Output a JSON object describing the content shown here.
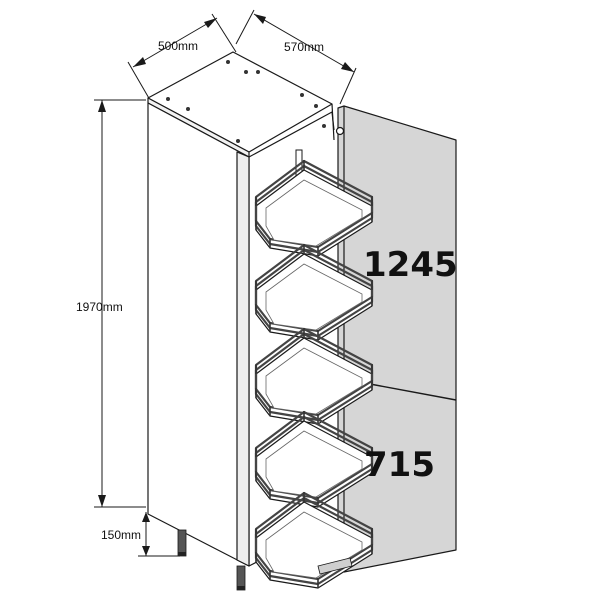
{
  "dimensions": {
    "depth": "500mm",
    "width": "570mm",
    "height": "1970mm",
    "plinth": "150mm"
  },
  "door_labels": {
    "upper": "1245",
    "lower": "715"
  },
  "colors": {
    "line": "#1a1a1a",
    "door_fill": "#d6d6d6",
    "tray_fill": "#ffffff",
    "tray_rail": "#444444",
    "background": "#ffffff"
  }
}
